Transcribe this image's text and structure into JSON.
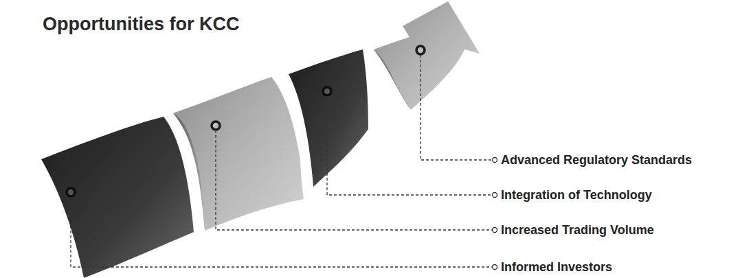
{
  "diagram": {
    "title": "Opportunities for KCC",
    "labels": [
      "Advanced Regulatory Standards",
      "Integration of Technology",
      "Increased Trading Volume",
      "Informed Investors"
    ]
  }
}
